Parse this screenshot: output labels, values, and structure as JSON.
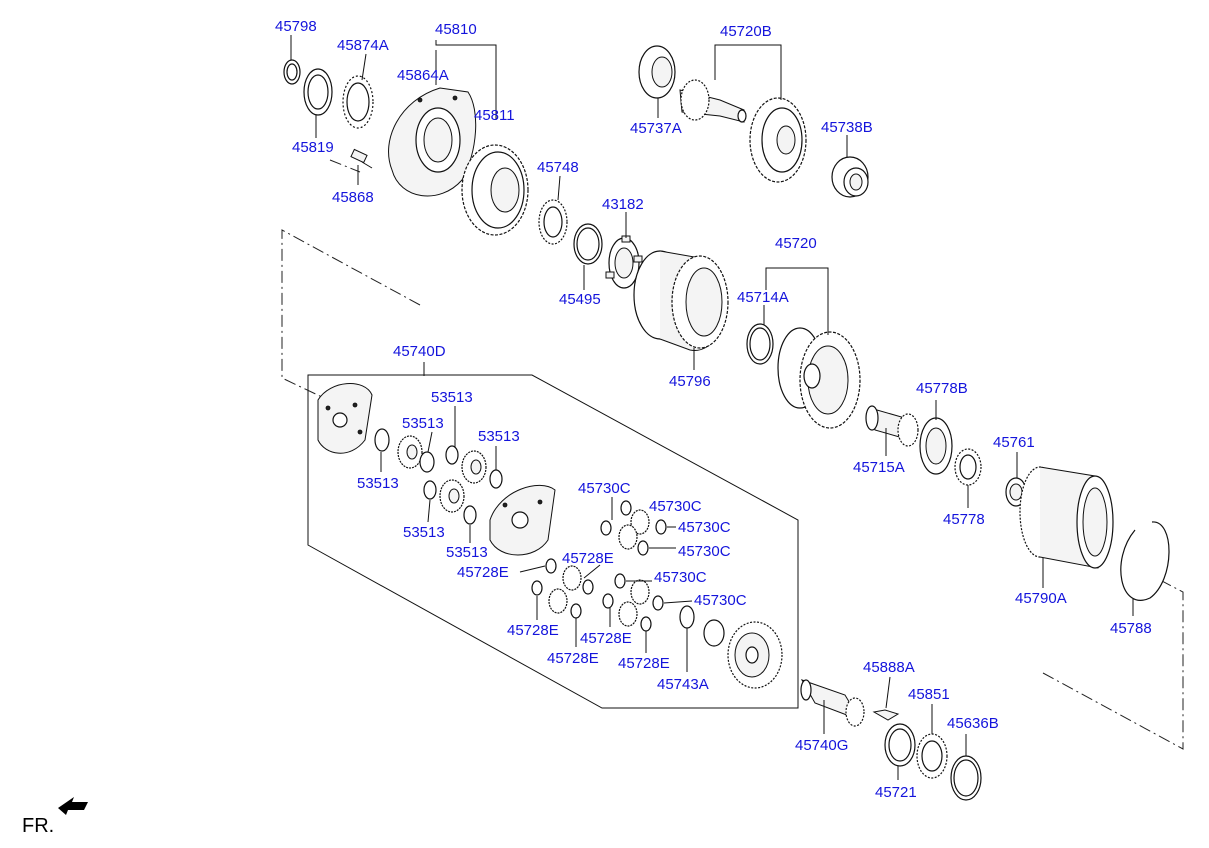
{
  "labels": {
    "p45798": "45798",
    "p45874A": "45874A",
    "p45810": "45810",
    "p45864A": "45864A",
    "p45811": "45811",
    "p45819": "45819",
    "p45868": "45868",
    "p45748": "45748",
    "p43182": "43182",
    "p45495": "45495",
    "p45720B": "45720B",
    "p45737A": "45737A",
    "p45738B": "45738B",
    "p45720": "45720",
    "p45714A": "45714A",
    "p45796": "45796",
    "p45740D": "45740D",
    "p53513_a": "53513",
    "p53513_b": "53513",
    "p53513_c": "53513",
    "p53513_d": "53513",
    "p53513_e": "53513",
    "p53513_f": "53513",
    "p45730C_a": "45730C",
    "p45730C_b": "45730C",
    "p45730C_c": "45730C",
    "p45730C_d": "45730C",
    "p45730C_e": "45730C",
    "p45730C_f": "45730C",
    "p45728E_a": "45728E",
    "p45728E_b": "45728E",
    "p45728E_c": "45728E",
    "p45728E_d": "45728E",
    "p45728E_e": "45728E",
    "p45728E_f": "45728E",
    "p45743A": "45743A",
    "p45778B": "45778B",
    "p45715A": "45715A",
    "p45778": "45778",
    "p45761": "45761",
    "p45790A": "45790A",
    "p45788": "45788",
    "p45888A": "45888A",
    "p45851": "45851",
    "p45636B": "45636B",
    "p45740G": "45740G",
    "p45721": "45721"
  },
  "direction_marker": {
    "text": "FR."
  },
  "colors": {
    "label": "#1414dc",
    "line": "#111111",
    "background": "#ffffff"
  }
}
